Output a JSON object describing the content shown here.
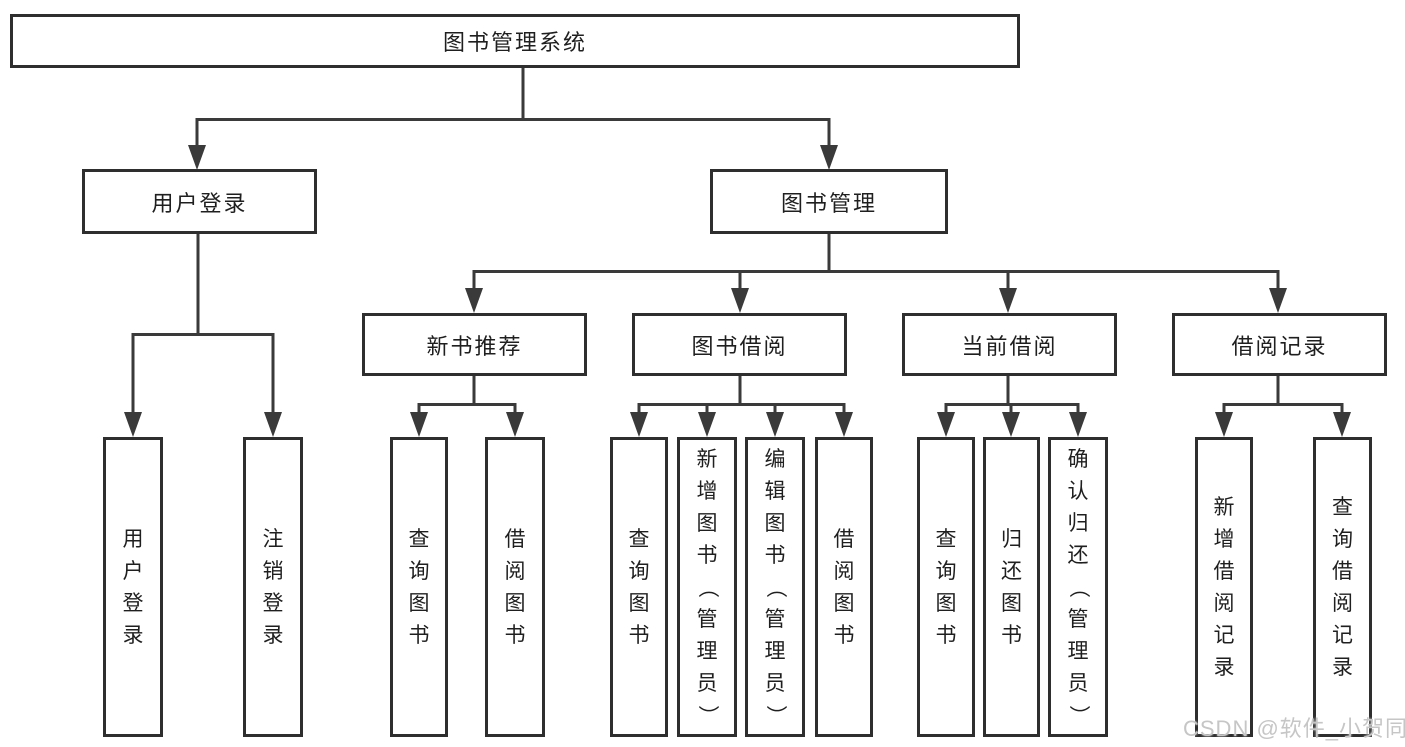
{
  "tree": {
    "root": "图书管理系统",
    "children": [
      {
        "label": "用户登录",
        "children": [
          {
            "label": "用户登录"
          },
          {
            "label": "注销登录"
          }
        ]
      },
      {
        "label": "图书管理",
        "children": [
          {
            "label": "新书推荐",
            "children": [
              {
                "label": "查询图书"
              },
              {
                "label": "借阅图书"
              }
            ]
          },
          {
            "label": "图书借阅",
            "children": [
              {
                "label": "查询图书"
              },
              {
                "label": "新增图书（管理员）"
              },
              {
                "label": "编辑图书（管理员）"
              },
              {
                "label": "借阅图书"
              }
            ]
          },
          {
            "label": "当前借阅",
            "children": [
              {
                "label": "查询图书"
              },
              {
                "label": "归还图书"
              },
              {
                "label": "确认归还（管理员）"
              }
            ]
          },
          {
            "label": "借阅记录",
            "children": [
              {
                "label": "新增借阅记录"
              },
              {
                "label": "查询借阅记录"
              }
            ]
          }
        ]
      }
    ]
  },
  "watermark": {
    "text": "CSDN @软件_小贺同学"
  },
  "colors": {
    "line": "#3a3a3a",
    "border": "#2e2e2e",
    "text": "#1f1f1f",
    "watermark": "#c6c6c6"
  }
}
